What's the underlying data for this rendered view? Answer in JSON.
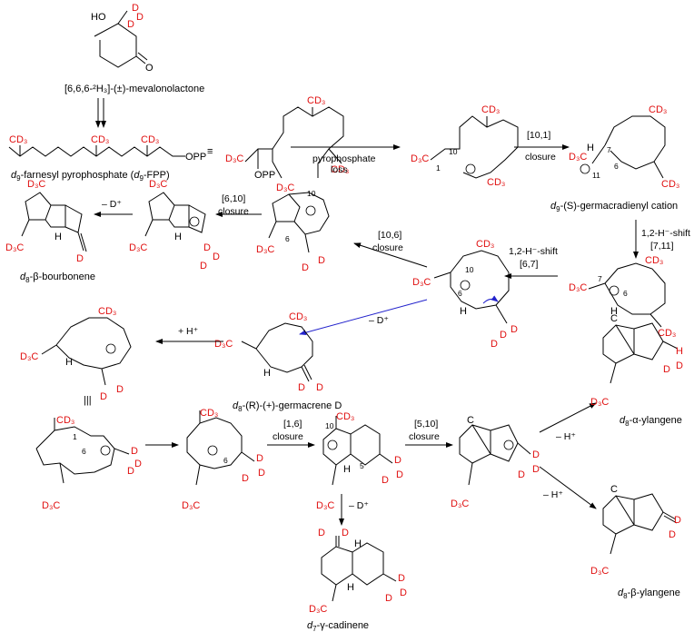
{
  "compounds": {
    "mevalonolactone": "[6,6,6-²H₃]-(±)-mevalonolactone",
    "fpp_prefix": "d",
    "fpp_sub": "9",
    "fpp_rest": "-farnesyl pyrophosphate (",
    "fpp_abbr_d": "d",
    "fpp_abbr_sub": "9",
    "fpp_abbr_rest": "-FPP)",
    "germacradienyl_d": "d",
    "germacradienyl_sub": "9",
    "germacradienyl_rest": "-(S)-germacradienyl cation",
    "bourbonene_d": "d",
    "bourbonene_sub": "8",
    "bourbonene_rest": "-β-bourbonene",
    "germacrene_d": "d",
    "germacrene_sub": "8",
    "germacrene_rest": "-(R)-(+)-germacrene D",
    "a_ylangene_d": "d",
    "a_ylangene_sub": "8",
    "a_ylangene_rest": "-α-ylangene",
    "b_ylangene_d": "d",
    "b_ylangene_sub": "8",
    "b_ylangene_rest": "-β-ylangene",
    "cadinene_d": "d",
    "cadinene_sub": "7",
    "cadinene_rest": "-γ-cadinene"
  },
  "arrows": {
    "pyrophosphate_loss_1": "pyrophosphate",
    "pyrophosphate_loss_2": "loss",
    "closure_10_1_a": "[10,1]",
    "closure_10_1_b": "closure",
    "hshift_7_11_a": "1,2-H⁻-shift",
    "hshift_7_11_b": "[7,11]",
    "hshift_6_7_a": "1,2-H⁻-shift",
    "hshift_6_7_b": "[6,7]",
    "closure_10_6_a": "[10,6]",
    "closure_10_6_b": "closure",
    "closure_6_10_a": "[6,10]",
    "closure_6_10_b": "closure",
    "minus_d_bourbonene": "– D⁺",
    "minus_d_germacrene": "– D⁺",
    "plus_h": "+ H⁺",
    "closure_1_6_a": "[1,6]",
    "closure_1_6_b": "closure",
    "closure_5_10_a": "[5,10]",
    "closure_5_10_b": "closure",
    "minus_h_a": "– H⁺",
    "minus_h_b": "– H⁺",
    "minus_d_cadinene": "– D⁺"
  },
  "labels": {
    "cd3": "CD₃",
    "d3c": "D₃C",
    "d": "D",
    "h": "H",
    "ho": "HO",
    "o": "O",
    "opp": "OPP",
    "equiv": "≡"
  },
  "colors": {
    "deuterium": "#e01010",
    "blue_arrow": "#2222cc"
  }
}
